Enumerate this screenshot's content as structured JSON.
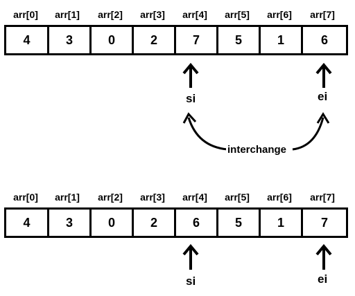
{
  "top_array": {
    "indices": [
      "arr[0]",
      "arr[1]",
      "arr[2]",
      "arr[3]",
      "arr[4]",
      "arr[5]",
      "arr[6]",
      "arr[7]"
    ],
    "values": [
      "4",
      "3",
      "0",
      "2",
      "7",
      "5",
      "1",
      "6"
    ]
  },
  "bottom_array": {
    "indices": [
      "arr[0]",
      "arr[1]",
      "arr[2]",
      "arr[3]",
      "arr[4]",
      "arr[5]",
      "arr[6]",
      "arr[7]"
    ],
    "values": [
      "4",
      "3",
      "0",
      "2",
      "6",
      "5",
      "1",
      "7"
    ]
  },
  "pointers": {
    "start_label": "si",
    "end_label": "ei"
  },
  "swap_label": "interchange"
}
